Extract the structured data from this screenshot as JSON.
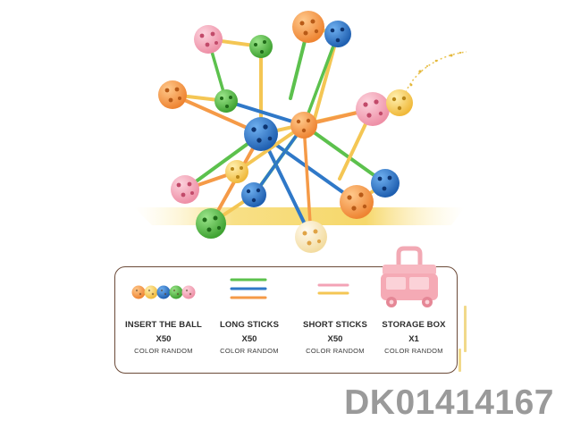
{
  "product": {
    "code": "DK01414167",
    "colors": {
      "pink": "#f3a3b6",
      "green": "#5cc14d",
      "blue": "#2f78c8",
      "orange": "#f59a47",
      "yellow": "#f4c654",
      "panel_border": "#6b4a38",
      "code_text": "#9a9a9a"
    }
  },
  "contents": {
    "items": [
      {
        "title": "INSERT THE BALL",
        "qty": "X50",
        "note": "COLOR RANDOM",
        "icon": "balls-icon"
      },
      {
        "title": "LONG STICKS",
        "qty": "X50",
        "note": "COLOR RANDOM",
        "icon": "long-sticks-icon"
      },
      {
        "title": "SHORT STICKS",
        "qty": "X50",
        "note": "COLOR RANDOM",
        "icon": "short-sticks-icon"
      },
      {
        "title": "STORAGE BOX",
        "qty": "X1",
        "note": "COLOR RANDOM",
        "icon": "storage-box-icon"
      }
    ]
  }
}
